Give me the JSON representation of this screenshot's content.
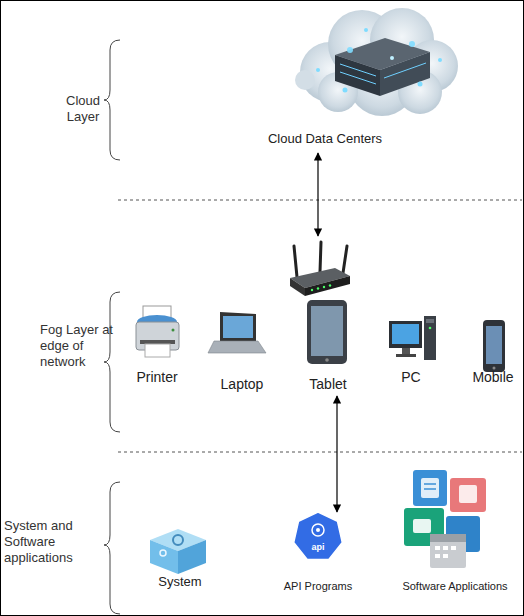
{
  "diagram": {
    "nodes": [
      {
        "text": [
          "Cloud Data Centers"
        ]
      },
      {
        "text": [
          "Printer"
        ]
      },
      {
        "text": [
          "Laptop"
        ]
      },
      {
        "text": [
          "Tablet"
        ]
      },
      {
        "text": [
          "PC"
        ]
      },
      {
        "text": [
          "Mobile"
        ]
      },
      {
        "text": [
          "System"
        ]
      },
      {
        "text": [
          "api",
          "API Programs"
        ]
      },
      {
        "text": [
          "Software Applications"
        ]
      }
    ],
    "edges": [
      {
        "from": 3,
        "to": 7,
        "arrow": "both"
      }
    ],
    "labels": [
      "Cloud Layer",
      "Fog Layer at edge of network",
      "System and Software applications"
    ]
  }
}
